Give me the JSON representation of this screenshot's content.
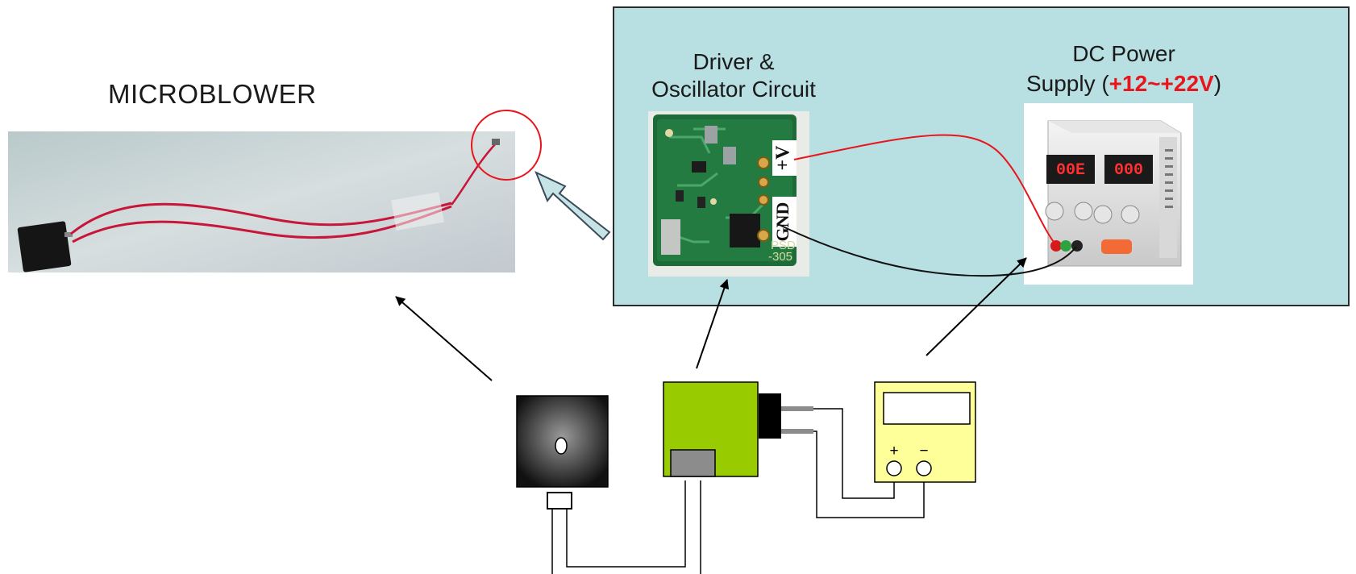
{
  "labels": {
    "microblower": "MICROBLOWER",
    "driver_line1": "Driver &",
    "driver_line2": "Oscillator  Circuit",
    "dc_line1": "DC Power",
    "dc_line2_prefix": "Supply (",
    "dc_voltage": "+12~+22V",
    "dc_line2_suffix": ")"
  },
  "board": {
    "pin_v": "+V",
    "pin_gnd": "GND",
    "part_top": "PSD",
    "part_bottom": "-305"
  },
  "psu": {
    "display_left": "00E",
    "display_right": "000"
  },
  "schematic": {
    "plus": "+",
    "minus": "−"
  },
  "colors": {
    "panel": "#b8dfe1",
    "voltage_text": "#e8151c",
    "board_green": "#99cc00",
    "meter_yellow": "#ffff99"
  }
}
